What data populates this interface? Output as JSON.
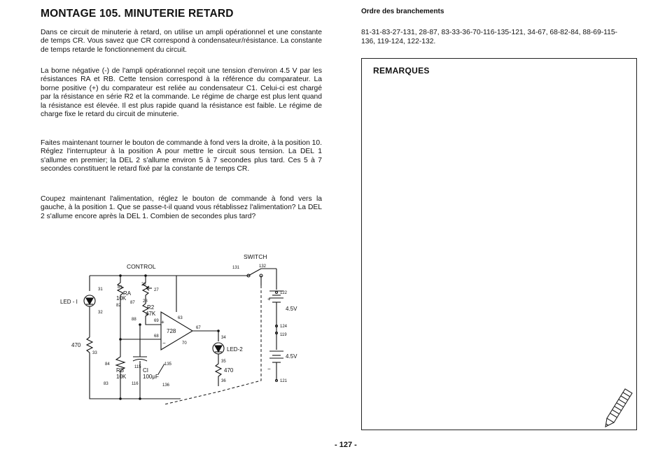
{
  "page": {
    "title": "MONTAGE 105. MINUTERIE RETARD",
    "page_number": "- 127 -"
  },
  "paragraphs": [
    "Dans ce circuit de minuterie à retard, on utilise un ampli opérationnel et une constante de temps CR. Vous savez que CR correspond à condensateur/résistance. La constante de temps retarde le fonctionnement du circuit.",
    "La borne négative (-) de l'ampli opérationnel reçoit une tension d'environ 4.5 V par les résistances RA et RB. Cette tension correspond à la référence du comparateur. La borne positive (+) du comparateur est reliée au condensateur C1. Celui-ci est chargé par la résistance en série R2 et la commande. Le régime de charge est plus lent quand la résistance est élevée. Il est plus rapide quand la résistance est faible. Le régime de charge fixe le retard du circuit de minuterie.",
    "Faites maintenant tourner le bouton de commande à fond vers la droite, à la position 10. Réglez l'interrupteur à la position A pour mettre le circuit sous tension. La DEL 1 s'allume en premier; la DEL 2 s'allume environ 5 à 7 secondes plus tard. Ces 5 à 7 secondes constituent le retard fixé par la constante de temps CR.",
    "Coupez maintenant l'alimentation, réglez le bouton de commande à fond vers la gauche, à la position 1. Que se passe-t-il quand vous rétablissez l'alimentation? La DEL 2 s'allume encore après la DEL 1. Combien de secondes plus tard?"
  ],
  "connections": {
    "heading": "Ordre des branchements",
    "text": "81-31-83-27-131, 28-87, 83-33-36-70-116-135-121, 34-67, 68-82-84, 88-69-115-136, 119-124, 122-132."
  },
  "remarks": {
    "title": "REMARQUES"
  },
  "circuit": {
    "control": "CONTROL",
    "switch": "SWITCH",
    "led1": "LED - I",
    "led2": "LED-2",
    "ic": "728",
    "ra_name": "RA",
    "ra_value": "10K",
    "r2_name": "R2",
    "r2_value": "47K",
    "rb_name": "RB",
    "rb_value": "10K",
    "c1_name": "CI",
    "c1_value": "100μF",
    "r470_left": "470",
    "r470_right": "470",
    "battery_top": "4.5V",
    "battery_bottom": "4.5V",
    "plus": "+",
    "minus": "−",
    "pins": {
      "p31": "31",
      "p32": "32",
      "p33": "33",
      "p81": "81",
      "p82": "82",
      "p83": "83",
      "p84": "84",
      "p87": "87",
      "p88": "88",
      "p26": "26",
      "p27": "27",
      "p28": "28",
      "p69": "69",
      "p68": "68",
      "p63": "63",
      "p67": "67",
      "p70": "70",
      "p34": "34",
      "p35": "35",
      "p36": "36",
      "p115": "115",
      "p116": "116",
      "p135": "135",
      "p136": "136",
      "p131": "131",
      "p132": "132",
      "p122": "122",
      "p124": "124",
      "p119": "119",
      "p121": "121"
    }
  }
}
